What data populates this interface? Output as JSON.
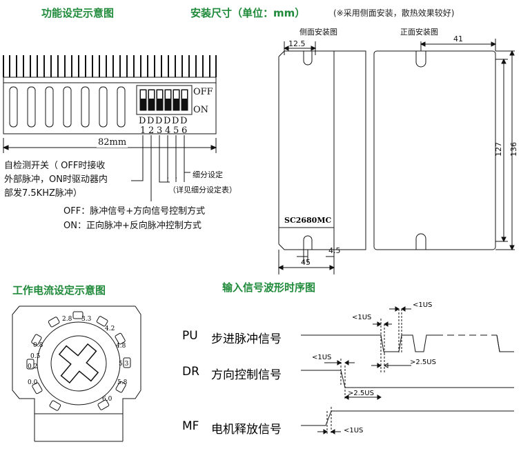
{
  "titles": {
    "function_settings": "功能设定示意图",
    "install_size": "安装尺寸（单位：mm）",
    "install_note": "(※采用侧面安装，散热效果较好)",
    "side_view": "侧面安装图",
    "front_view": "正面安装图",
    "current_settings": "工作电流设定示意图",
    "input_timing": "输入信号波形时序图"
  },
  "dip": {
    "off": "OFF",
    "on": "ON",
    "d_labels": [
      "D",
      "D",
      "D",
      "D",
      "D",
      "D"
    ],
    "numbers": [
      "1",
      "2",
      "3",
      "4",
      "5",
      "6"
    ],
    "width": "82mm"
  },
  "annotations": {
    "self_test_1": "自检测开关（ OFF时接收",
    "self_test_2": "外部脉冲，ON时驱动器内",
    "self_test_3": "部发7.5KHZ脉冲）",
    "subdivision": "细分设定",
    "subdivision_table": "（详见细分设定表）",
    "off_mode": "OFF：脉冲信号+方向信号控制方式",
    "on_mode": "ON：正向脉冲+反向脉冲控制方式"
  },
  "dimensions": {
    "d12_5": "12.5",
    "d41": "41",
    "d127": "127",
    "d136": "136",
    "d4_5": "4.5",
    "d45": "45",
    "model": "SC2680MC"
  },
  "current_dial": [
    "2.8",
    "3.3",
    "4.2",
    "4.8",
    "5.3",
    "5.8",
    "6.0",
    "0.0",
    "0.2",
    "0.5",
    "0.8"
  ],
  "timing": {
    "pu": "PU",
    "pu_name": "步进脉冲信号",
    "dr": "DR",
    "dr_name": "方向控制信号",
    "mf": "MF",
    "mf_name": "电机释放信号",
    "lt1us": "<1US",
    "gt2_5us": ">2.5US"
  },
  "colors": {
    "title_green": "#1f8a3a"
  }
}
